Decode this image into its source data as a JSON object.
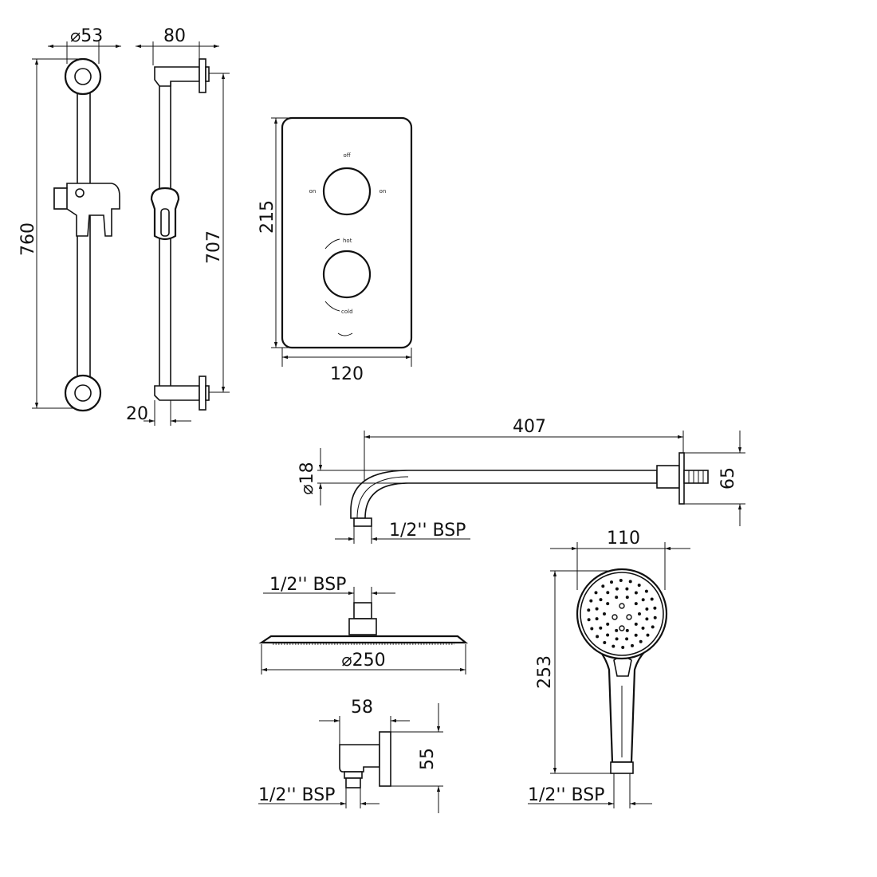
{
  "rail_kit": {
    "diameter_label": "⌀53",
    "total_height_label": "760",
    "bracket_depth_label": "80",
    "fixing_centres_label": "707",
    "rail_offset_label": "20"
  },
  "valve": {
    "height_label": "215",
    "width_label": "120",
    "knob_top": {
      "off": "off",
      "on_left": "on",
      "on_right": "on"
    },
    "knob_bottom": {
      "hot": "hot",
      "cold": "cold"
    }
  },
  "shower_arm": {
    "length_label": "407",
    "pipe_diameter_label": "⌀18",
    "wall_plate_label": "65",
    "thread_label": "1/2'' BSP"
  },
  "shower_head": {
    "thread_label": "1/2'' BSP",
    "diameter_label": "⌀250"
  },
  "wall_outlet": {
    "depth_label": "58",
    "height_label": "55",
    "thread_label": "1/2'' BSP"
  },
  "handset": {
    "width_label": "110",
    "length_label": "253",
    "thread_label": "1/2'' BSP"
  }
}
